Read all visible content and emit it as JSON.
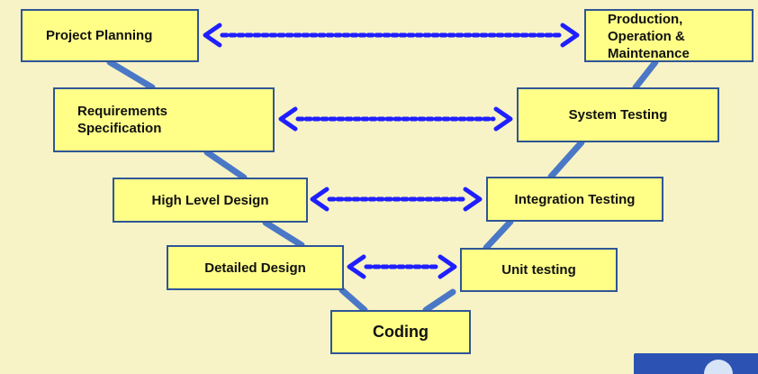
{
  "diagram": {
    "project_planning": "Project Planning",
    "requirements": "Requirements\nSpecification",
    "high_level_design": "High Level Design",
    "detailed_design": "Detailed Design",
    "coding": "Coding",
    "unit_testing": "Unit testing",
    "integration_testing": "Integration Testing",
    "system_testing": "System  Testing",
    "production": "Production,\nOperation &\nMaintenance"
  },
  "colors": {
    "background": "#f7f3c6",
    "box_fill": "#ffff88",
    "box_border": "#2f5597",
    "connector": "#4a78c6",
    "arrow": "#1f1fff"
  },
  "icons": {
    "cursor": "mouse-cursor-icon",
    "thumbnail": "presenter-thumbnail-icon"
  }
}
